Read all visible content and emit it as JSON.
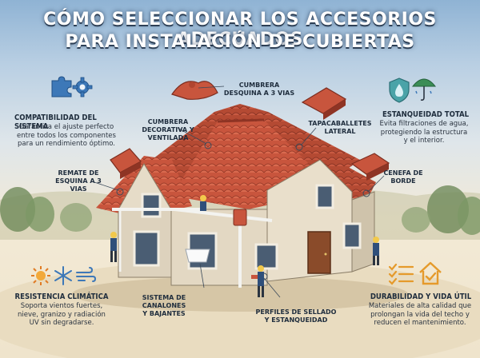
{
  "title": {
    "line1": "CÓMO SELECCIONAR LOS ACCESORIOS ADECUADOS",
    "line2": "PARA INSTALACIÓN DE CUBIERTAS"
  },
  "features": {
    "compatibilidad": {
      "heading": "COMPATIBILIDAD DEL SISTEMA",
      "lines": [
        "Garantiza el ajuste perfecto",
        "entre todos los componentes",
        "para un rendimiento óptimo."
      ]
    },
    "estanqueidad": {
      "heading": "ESTANQUEIDAD TOTAL",
      "lines": [
        "Evita filtraciones de agua,",
        "protegiendo la estructura",
        "y el interior."
      ]
    },
    "resistencia": {
      "heading": "RESISTENCIA CLIMÁTICA",
      "lines": [
        "Soporta vientos fuertes,",
        "nieve, granizo y radiación",
        "UV sin degradarse."
      ]
    },
    "durabilidad": {
      "heading": "DURABILIDAD Y VIDA ÚTIL",
      "lines": [
        "Materiales de alta calidad que",
        "prolongan la vida del techo y",
        "reducen el mantenimiento."
      ]
    }
  },
  "callouts": {
    "cumbrera_3v": [
      "CUMBRERA",
      "DESQUINA A 3 VIAS"
    ],
    "cumbrera_dec": [
      "CUMBRERA",
      "DECORATIVA Y",
      "VENTILADA"
    ],
    "tapacaballetes": [
      "TAPACABALLETES",
      "LATERAL"
    ],
    "remate": [
      "REMATE DE",
      "ESQUINA A 3 VIAS"
    ],
    "cenefa": [
      "CENEFA DE",
      "BORDE"
    ],
    "canalones": [
      "SISTEMA DE CANALONES",
      "Y BAJANTES"
    ],
    "perfiles": [
      "PERFILES DE SELLADO",
      "Y ESTANQUEIDAD"
    ]
  },
  "icons": [
    "puzzle-icon",
    "gear-icon",
    "water-shield-icon",
    "umbrella-icon",
    "sun-icon",
    "snowflake-icon",
    "wind-icon",
    "checklist-icon",
    "house-check-icon"
  ],
  "colors": {
    "tile": "#c8553d",
    "tile_dark": "#8e3424",
    "wall": "#ddd2bd",
    "accent_blue": "#3d78b8"
  }
}
